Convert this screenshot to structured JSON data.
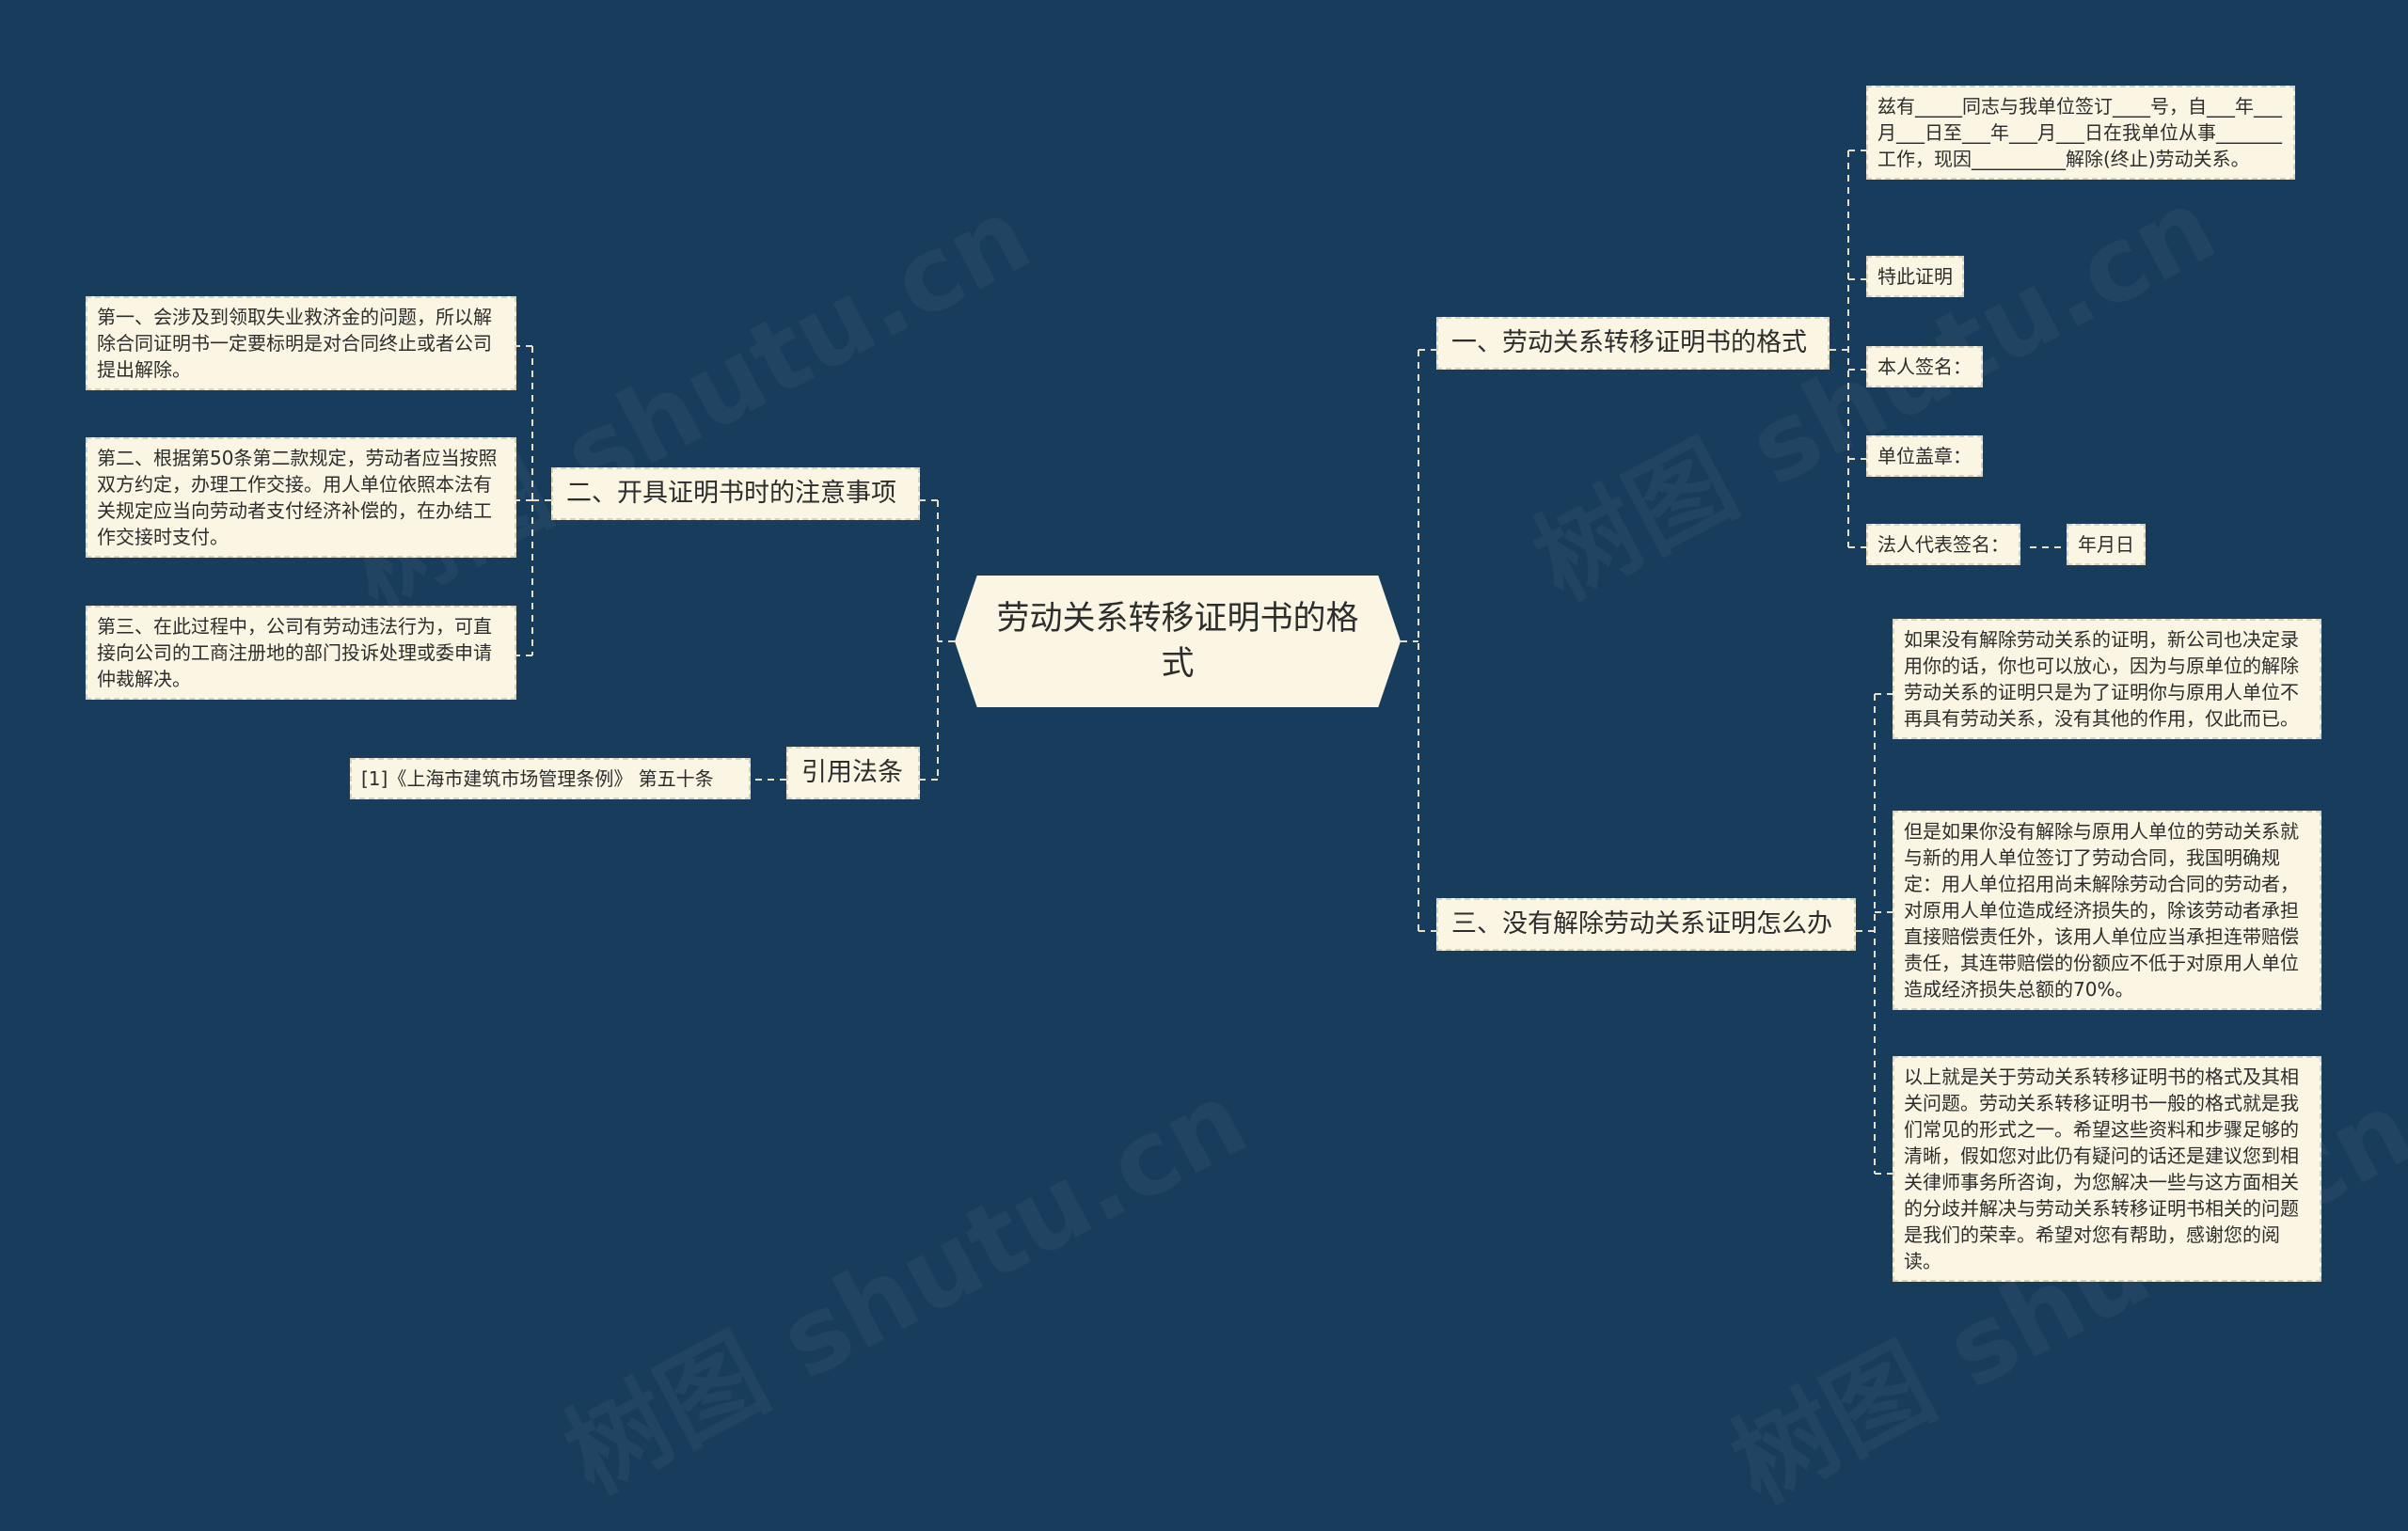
{
  "root": {
    "title": "劳动关系转移证明书的格式"
  },
  "branches": {
    "format": {
      "label": "一、劳动关系转移证明书的格式",
      "items": [
        "兹有_____同志与我单位签订____号，自___年___月___日至___年___月___日在我单位从事_______工作，现因__________解除(终止)劳动关系。",
        "特此证明",
        "本人签名：",
        "单位盖章：",
        "法人代表签名："
      ],
      "extra": "年月日"
    },
    "notes": {
      "label": "二、开具证明书时的注意事项",
      "items": [
        "第一、会涉及到领取失业救济金的问题，所以解除合同证明书一定要标明是对合同终止或者公司提出解除。",
        "第二、根据第50条第二款规定，劳动者应当按照双方约定，办理工作交接。用人单位依照本法有关规定应当向劳动者支付经济补偿的，在办结工作交接时支付。",
        "第三、在此过程中，公司有劳动违法行为，可直接向公司的工商注册地的部门投诉处理或委申请仲裁解决。"
      ]
    },
    "without": {
      "label": "三、没有解除劳动关系证明怎么办",
      "items": [
        "如果没有解除劳动关系的证明，新公司也决定录用你的话，你也可以放心，因为与原单位的解除劳动关系的证明只是为了证明你与原用人单位不再具有劳动关系，没有其他的作用，仅此而已。",
        "但是如果你没有解除与原用人单位的劳动关系就与新的用人单位签订了劳动合同，我国明确规定：用人单位招用尚未解除劳动合同的劳动者，对原用人单位造成经济损失的，除该劳动者承担直接赔偿责任外，该用人单位应当承担连带赔偿责任，其连带赔偿的份额应不低于对原用人单位造成经济损失总额的70%。",
        "以上就是关于劳动关系转移证明书的格式及其相关问题。劳动关系转移证明书一般的格式就是我们常见的形式之一。希望这些资料和步骤足够的清晰，假如您对此仍有疑问的话还是建议您到相关律师事务所咨询，为您解决一些与这方面相关的分歧并解决与劳动关系转移证明书相关的问题是我们的荣幸。希望对您有帮助，感谢您的阅读。"
      ]
    },
    "law": {
      "label": "引用法条",
      "items": [
        "[1]《上海市建筑市场管理条例》 第五十条"
      ]
    }
  },
  "colors": {
    "background": "#173c5c",
    "node_fill": "#fbf6e3",
    "connector": "#e9dfc8"
  }
}
